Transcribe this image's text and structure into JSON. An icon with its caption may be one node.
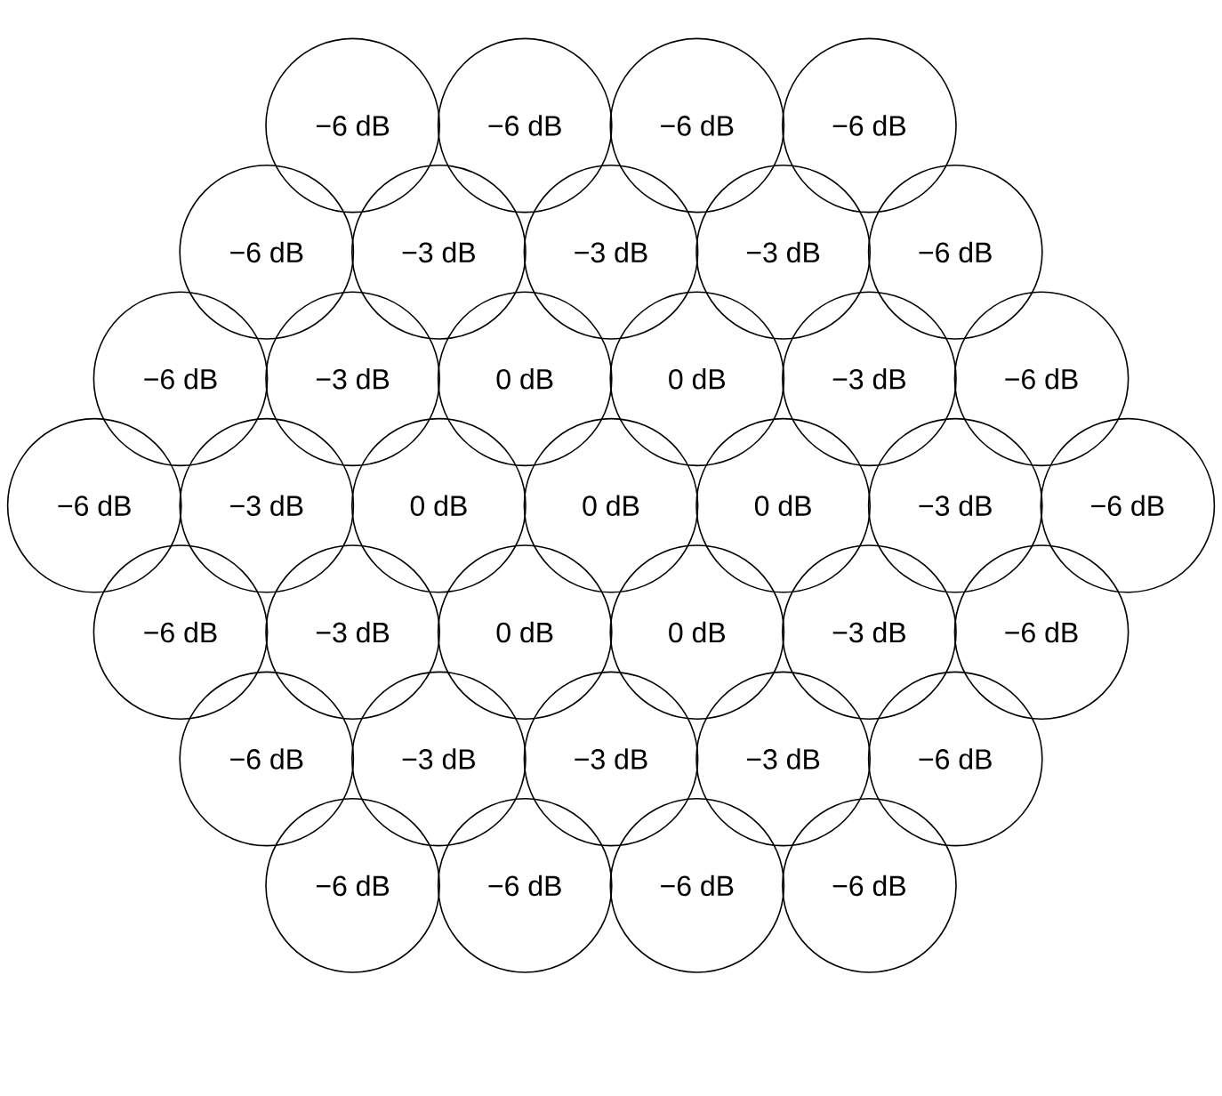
{
  "diagram": {
    "nodes": [
      {
        "text": [
          "−6 dB"
        ]
      },
      {
        "text": [
          "−6 dB"
        ]
      },
      {
        "text": [
          "−6 dB"
        ]
      },
      {
        "text": [
          "−6 dB"
        ]
      },
      {
        "text": [
          "−6 dB"
        ]
      },
      {
        "text": [
          "−3 dB"
        ]
      },
      {
        "text": [
          "−3 dB"
        ]
      },
      {
        "text": [
          "−3 dB"
        ]
      },
      {
        "text": [
          "−6 dB"
        ]
      },
      {
        "text": [
          "−6 dB"
        ]
      },
      {
        "text": [
          "−3 dB"
        ]
      },
      {
        "text": [
          "0 dB"
        ]
      },
      {
        "text": [
          "0 dB"
        ]
      },
      {
        "text": [
          "−3 dB"
        ]
      },
      {
        "text": [
          "−6 dB"
        ]
      },
      {
        "text": [
          "−6 dB"
        ]
      },
      {
        "text": [
          "−3 dB"
        ]
      },
      {
        "text": [
          "0 dB"
        ]
      },
      {
        "text": [
          "0 dB"
        ]
      },
      {
        "text": [
          "0 dB"
        ]
      },
      {
        "text": [
          "−3 dB"
        ]
      },
      {
        "text": [
          "−6 dB"
        ]
      },
      {
        "text": [
          "−6 dB"
        ]
      },
      {
        "text": [
          "−3 dB"
        ]
      },
      {
        "text": [
          "0 dB"
        ]
      },
      {
        "text": [
          "0 dB"
        ]
      },
      {
        "text": [
          "−3 dB"
        ]
      },
      {
        "text": [
          "−6 dB"
        ]
      },
      {
        "text": [
          "−6 dB"
        ]
      },
      {
        "text": [
          "−3 dB"
        ]
      },
      {
        "text": [
          "−3 dB"
        ]
      },
      {
        "text": [
          "−3 dB"
        ]
      },
      {
        "text": [
          "−6 dB"
        ]
      },
      {
        "text": [
          "−6 dB"
        ]
      },
      {
        "text": [
          "−6 dB"
        ]
      },
      {
        "text": [
          "−6 dB"
        ]
      },
      {
        "text": [
          "−6 dB"
        ]
      }
    ]
  }
}
